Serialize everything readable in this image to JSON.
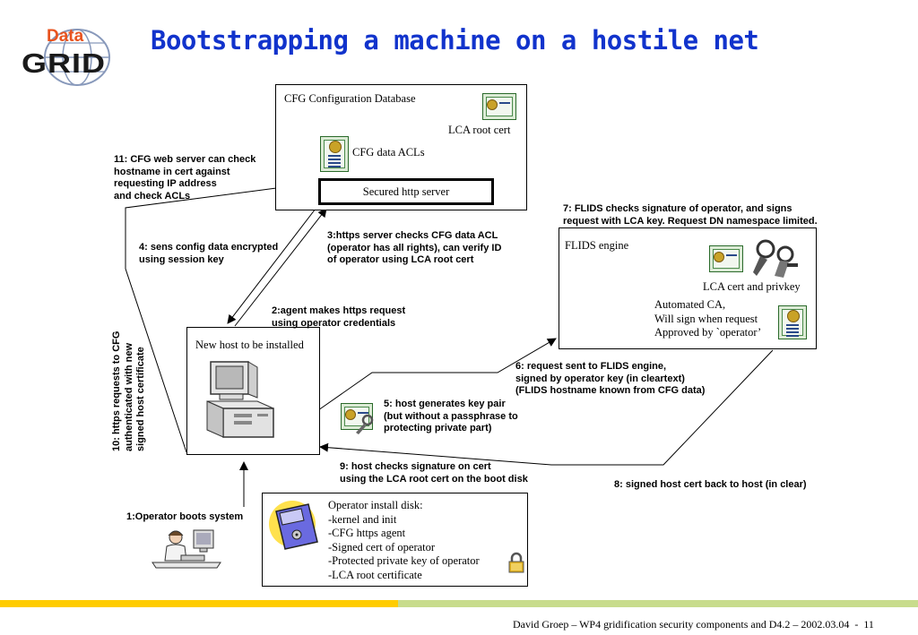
{
  "header": {
    "logo_text_top": "Data",
    "logo_text_bottom": "GRID",
    "title": "Bootstrapping a machine on a hostile net"
  },
  "cfg_box": {
    "title": "CFG Configuration Database",
    "lca_root_cert": "LCA root cert",
    "data_acls": "CFG data ACLs",
    "http_server": "Secured http server"
  },
  "flids_box": {
    "title": "FLIDS engine",
    "cert_label": "LCA cert and privkey",
    "ca_text": "Automated CA,\nWill sign when request\nApproved by `operator’"
  },
  "host_box": {
    "title": "New host to be installed"
  },
  "disk_box": {
    "text": "Operator install disk:\n-kernel and init\n-CFG https agent\n-Signed cert of operator\n-Protected private key of operator\n-LCA root certificate"
  },
  "steps": {
    "s1": "1:Operator boots system",
    "s2": "2:agent makes https request\nusing operator credentials",
    "s3": "3:https server checks CFG data ACL\n(operator has all rights), can verify ID\nof operator using LCA root cert",
    "s4": "4: sens config data encrypted\nusing session key",
    "s5": "5: host generates key pair\n(but without a passphrase to\nprotecting private part)",
    "s6": "6: request sent to FLIDS engine,\nsigned by operator key (in cleartext)\n(FLIDS hostname known from CFG data)",
    "s7": "7: FLIDS checks signature of operator, and signs\nrequest with LCA key. Request DN namespace limited.",
    "s8": "8: signed host cert back to host (in clear)",
    "s9": "9: host checks signature on cert\nusing the LCA root cert on the boot disk",
    "s10": "10: https requests to CFG\nauthenticated with new\nsigned host certificate",
    "s11": "11: CFG web server can check\nhostname in cert against\nrequesting IP address\nand check ACLs"
  },
  "footer": {
    "text": "David Groep – WP4 gridification security components and D4.2 – 2002.03.04  -  11",
    "bar_colors": [
      "#ffcc00",
      "#c8dc8c"
    ]
  }
}
